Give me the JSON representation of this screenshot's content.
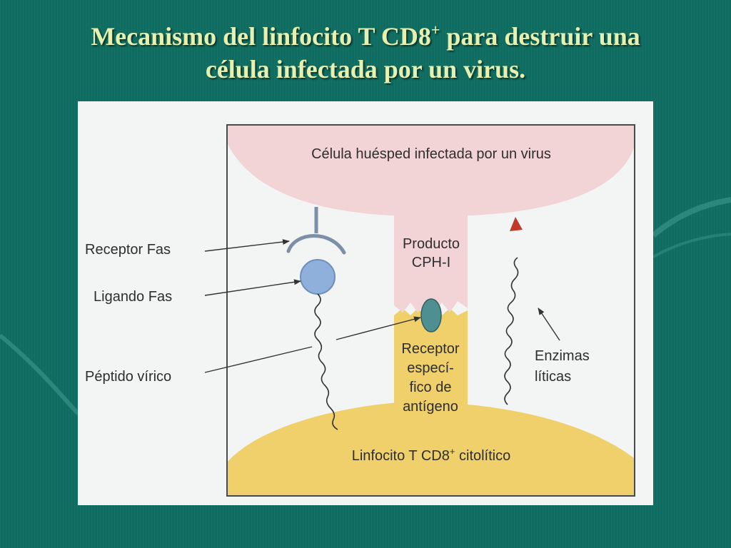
{
  "slide": {
    "title_part1": "Mecanismo del linfocito T CD8",
    "title_sup": "+",
    "title_part2": " para destruir una",
    "title_line2": "célula infectada por un virus."
  },
  "diagram": {
    "host_cell": "Célula huésped infectada por un virus",
    "mhc_line1": "Producto",
    "mhc_line2": "CPH-I",
    "receptor_line1": "Receptor",
    "receptor_line2": "especí-",
    "receptor_line3": "fico de",
    "receptor_line4": "antígeno",
    "t_cell_part1": "Linfocito T CD8",
    "t_cell_sup": "+",
    "t_cell_part2": " citolítico",
    "label_fas_receptor": "Receptor Fas",
    "label_fas_ligand": "Ligando Fas",
    "label_peptide": "Péptido vírico",
    "label_enzymes_line1": "Enzimas",
    "label_enzymes_line2": "líticas"
  },
  "colors": {
    "background": "#0e6d60",
    "title": "#e6f0b0",
    "host_cell": "#f2d3d6",
    "t_cell": "#efd06b",
    "fas_ligand": "#8fb0da",
    "peptide": "#4e8f92",
    "arrow_head": "#c0392b"
  }
}
